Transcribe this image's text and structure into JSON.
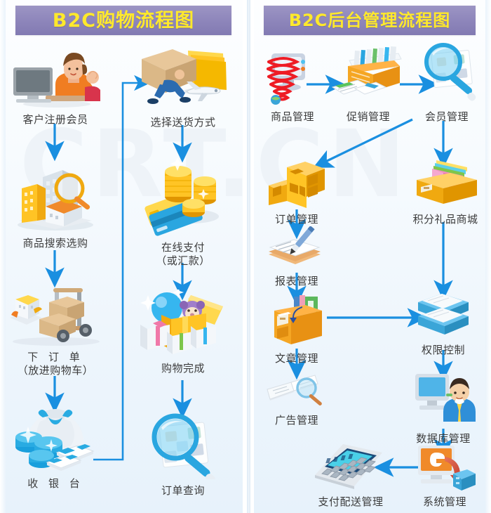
{
  "page": {
    "watermark": "CRT.CN",
    "background_color": "#f2f8fd",
    "arrow_color": "#1a8fe0",
    "banner_color": "#8e86bb",
    "banner_text_color": "#ffe92c",
    "label_color": "#3c3c3c"
  },
  "panels": [
    {
      "id": "shopping",
      "title": "B2C购物流程图",
      "nodes": [
        {
          "id": "register",
          "label": "客户注册会员",
          "sub": "",
          "icon": "woman-at-computer-icon"
        },
        {
          "id": "search",
          "label": "商品搜索选购",
          "sub": "",
          "icon": "buildings-magnifier-icon"
        },
        {
          "id": "order",
          "label": "下 订 单",
          "sub": "（放进购物车）",
          "icon": "boxes-handtruck-icon"
        },
        {
          "id": "cashier",
          "label": "收 银 台",
          "sub": "",
          "icon": "money-coins-icon"
        },
        {
          "id": "shipping",
          "label": "选择送货方式",
          "sub": "",
          "icon": "courier-plane-icon"
        },
        {
          "id": "payment",
          "label": "在线支付",
          "sub": "（或汇款）",
          "icon": "coins-creditcards-icon"
        },
        {
          "id": "done",
          "label": "购物完成",
          "sub": "",
          "icon": "giftbox-toy-icon"
        },
        {
          "id": "query",
          "label": "订单查询",
          "sub": "",
          "icon": "magnifier-documents-icon"
        }
      ],
      "flow": [
        "客户注册会员 → 商品搜索选购",
        "商品搜索选购 → 下 订 单（放进购物车）",
        "下 订 单（放进购物车） → 收 银 台",
        "收 银 台 → 选择送货方式",
        "选择送货方式 → 在线支付（或汇款）",
        "在线支付（或汇款） → 购物完成",
        "购物完成 → 订单查询"
      ]
    },
    {
      "id": "admin",
      "title": "B2C后台管理流程图",
      "nodes": [
        {
          "id": "product",
          "label": "商品管理",
          "sub": "",
          "icon": "monitor-spiral-icon"
        },
        {
          "id": "promo",
          "label": "促销管理",
          "sub": "",
          "icon": "filebox-papers-icon"
        },
        {
          "id": "member",
          "label": "会员管理",
          "sub": "",
          "icon": "magnifier-photos-icon"
        },
        {
          "id": "orders",
          "label": "订单管理",
          "sub": "",
          "icon": "shelf-cubes-icon"
        },
        {
          "id": "points",
          "label": "积分礼品商城",
          "sub": "",
          "icon": "drawer-folders-icon"
        },
        {
          "id": "report",
          "label": "报表管理",
          "sub": "",
          "icon": "report-pen-icon"
        },
        {
          "id": "article",
          "label": "文章管理",
          "sub": "",
          "icon": "cabinet-books-icon"
        },
        {
          "id": "ads",
          "label": "广告管理",
          "sub": "",
          "icon": "openbook-magnifier-icon"
        },
        {
          "id": "auth",
          "label": "权限控制",
          "sub": "",
          "icon": "books-stack-icon"
        },
        {
          "id": "database",
          "label": "数据库管理",
          "sub": "",
          "icon": "pc-admin-icon"
        },
        {
          "id": "system",
          "label": "系统管理",
          "sub": "",
          "icon": "monitor-arrow-server-icon"
        },
        {
          "id": "paydelivery",
          "label": "支付配送管理",
          "sub": "",
          "icon": "calculator-icon"
        }
      ],
      "flow": [
        "商品管理 → 促销管理",
        "促销管理 → 会员管理",
        "会员管理 → 订单管理",
        "会员管理 → 积分礼品商城",
        "订单管理 → 报表管理",
        "报表管理 → 文章管理",
        "文章管理 → 广告管理",
        "文章管理 → 权限控制",
        "积分礼品商城 → 权限控制",
        "权限控制 → 数据库管理",
        "数据库管理 → 系统管理",
        "系统管理 → 支付配送管理"
      ]
    }
  ]
}
